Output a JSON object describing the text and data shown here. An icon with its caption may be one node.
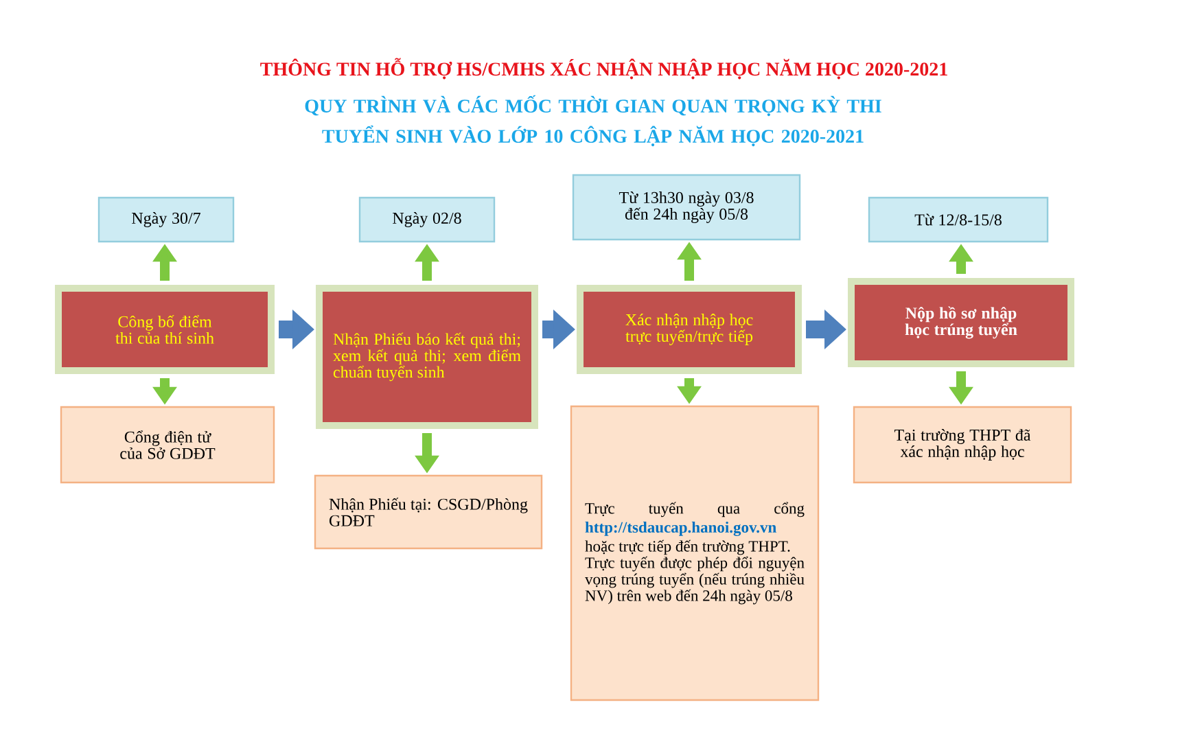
{
  "diagram": {
    "title": "THÔNG TIN HỖ TRỢ HS/CMHS XÁC NHẬN NHẬP HỌC NĂM HỌC 2020-2021",
    "nodes": [
      {
        "text": [
          "Ngày 30/7"
        ]
      },
      {
        "text": [
          "Công bố điểm thi của thí sinh"
        ]
      },
      {
        "text": [
          "Cổng điện tử của Sở GDĐT"
        ]
      },
      {
        "text": [
          "Ngày 02/8"
        ]
      },
      {
        "text": [
          "Nhận Phiếu báo kết quả thi; xem kết quả thi; xem điểm chuẩn tuyển sinh"
        ]
      },
      {
        "text": [
          "Nhận Phiếu tại: CSGD/Phòng GDĐT"
        ]
      },
      {
        "text": [
          "Từ 13h30 ngày 03/8 đến 24h ngày 05/8"
        ]
      },
      {
        "text": [
          "Xác nhận nhập học trực tuyến/trực tiếp"
        ]
      },
      {
        "text": [
          "Trực tuyến qua cổng **http://tsdaucap.hanoi.gov.vn** hoặc trực tiếp đến trường THPT.",
          "Trực tuyến được phép đổi nguyện vọng trúng tuyển (nếu trúng nhiều NV) trên web đến 24h ngày 05/8"
        ]
      },
      {
        "text": [
          "Từ 12/8-15/8"
        ]
      },
      {
        "text": [
          "Nộp hồ sơ nhập học trúng tuyển"
        ]
      },
      {
        "text": [
          "Tại trường THPT đã xác nhận nhập học"
        ]
      }
    ],
    "edges": [
      {
        "from": 1,
        "to": 0,
        "arrow": "to"
      },
      {
        "from": 1,
        "to": 2,
        "arrow": "to"
      },
      {
        "from": 4,
        "to": 3,
        "arrow": "to"
      },
      {
        "from": 4,
        "to": 5,
        "arrow": "to"
      },
      {
        "from": 7,
        "to": 6,
        "arrow": "to"
      },
      {
        "from": 7,
        "to": 8,
        "arrow": "to"
      },
      {
        "from": 10,
        "to": 9,
        "arrow": "to"
      },
      {
        "from": 10,
        "to": 11,
        "arrow": "to"
      },
      {
        "from": 1,
        "to": 4,
        "arrow": "to",
        "style": "thick",
        "color": "#4f81bd"
      },
      {
        "from": 4,
        "to": 7,
        "arrow": "to",
        "style": "thick",
        "color": "#4f81bd"
      },
      {
        "from": 7,
        "to": 10,
        "arrow": "to",
        "style": "thick",
        "color": "#4f81bd"
      }
    ],
    "labels": [
      "QUY TRÌNH VÀ CÁC MỐC THỜI GIAN QUAN TRỌNG KỲ THI TUYỂN SINH VÀO LỚP 10 CÔNG LẬP NĂM HỌC 2020-2021"
    ]
  }
}
